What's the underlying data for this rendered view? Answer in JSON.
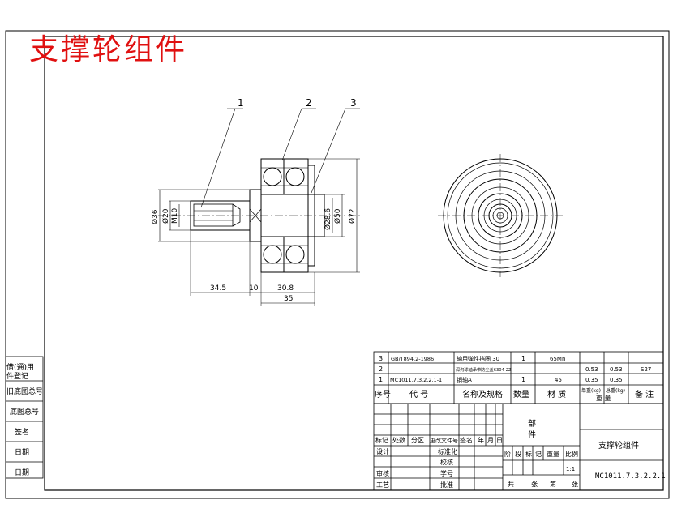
{
  "drawing": {
    "title": "支撑轮组件",
    "title_color": "#e01010",
    "line_color": "#000000",
    "balloons": [
      "1",
      "2",
      "3"
    ],
    "dims": {
      "d36": "Ø36",
      "d20": "Ø20",
      "m10": "M10",
      "d28_6": "Ø28.6",
      "d50": "Ø50",
      "d72": "Ø72",
      "l34_5": "34.5",
      "l10": "10",
      "l30_8": "30.8",
      "l35": "35"
    }
  },
  "side_stamp": {
    "rows": [
      "借(通)用",
      "件登记",
      "旧底图总号",
      "底图总号",
      "签名",
      "日期",
      "日期"
    ]
  },
  "bom": {
    "rows": [
      {
        "no": "3",
        "code": "GB/T894.2-1986",
        "name": "轴用弹性挡圈 30",
        "qty": "1",
        "material": "65Mn",
        "unit_weight": "",
        "total_weight": "",
        "note": ""
      },
      {
        "no": "2",
        "code": "",
        "name": "深沟球轴承带防尘盖6304-2Z",
        "qty": "",
        "material": "",
        "unit_weight": "0.53",
        "total_weight": "0.53",
        "note": "S27"
      },
      {
        "no": "1",
        "code": "MC1011.7.3.2.2.1-1",
        "name": "销轴A",
        "qty": "1",
        "material": "45",
        "unit_weight": "0.35",
        "total_weight": "0.35",
        "note": ""
      }
    ],
    "headers": {
      "no": "序号",
      "code": "代 号",
      "name": "名称及规格",
      "qty": "数量",
      "material": "材 质",
      "unit_weight": "单重(kg)",
      "total_weight": "总重(kg)",
      "weight_group": "重 量",
      "note": "备 注"
    }
  },
  "title_block": {
    "component_label": "部\n件",
    "part_name": "支撑轮组件",
    "drawing_no": "MC1011.7.3.2.2.1",
    "rev_headers": [
      "标记",
      "处数",
      "分区",
      "更改文件号",
      "签名",
      "年",
      "月",
      "日"
    ],
    "sign_rows": [
      {
        "left": "设计",
        "mid": "标准化"
      },
      {
        "left": "",
        "mid": "校核"
      },
      {
        "left": "审核",
        "mid": "学号"
      },
      {
        "left": "工艺",
        "mid": "批准"
      }
    ],
    "stage_headers": [
      "阶",
      "段",
      "标",
      "记",
      "重量",
      "比例"
    ],
    "scale": "1:1",
    "sheet_labels": [
      "共",
      "张",
      "第",
      "张"
    ]
  }
}
